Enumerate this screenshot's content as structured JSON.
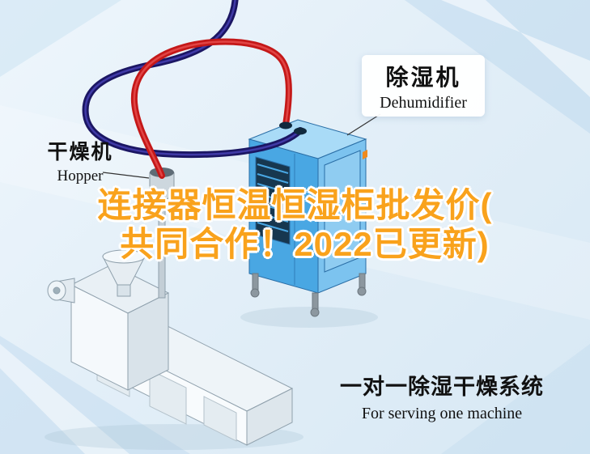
{
  "equipment_labels": {
    "dehumidifier": {
      "cn": "除湿机",
      "en": "Dehumidifier"
    },
    "hopper": {
      "cn": "干燥机",
      "en": "Hopper"
    }
  },
  "headline": {
    "line1": "连接器恒温恒湿柜批发价(",
    "line2": "共同合作！2022已更新)",
    "color": "#F9A21C"
  },
  "caption": {
    "cn": "一对一除湿干燥系统",
    "en": "For serving one machine"
  },
  "colors": {
    "hose_red": "#C41818",
    "hose_red_light": "#E85050",
    "hose_blue": "#1B1663",
    "hose_blue_light": "#4A43B8",
    "cabinet_front": "#49A7E3",
    "cabinet_side": "#7CC3EF",
    "cabinet_top": "#A9DBF7",
    "vent": "#17374F"
  }
}
